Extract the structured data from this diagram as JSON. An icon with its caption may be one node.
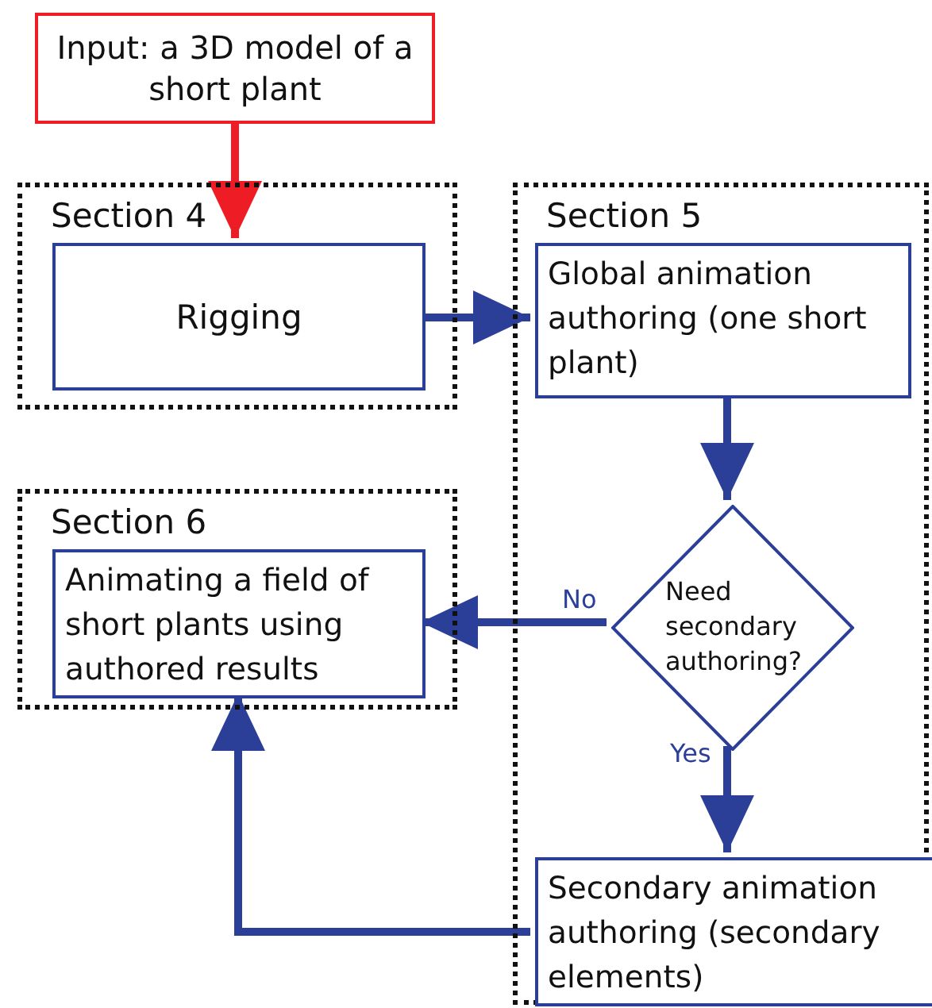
{
  "diagram": {
    "nodes": [
      {
        "text": [
          "Input: a 3D model of a short plant"
        ]
      },
      {
        "text": [
          "Section 4"
        ]
      },
      {
        "text": [
          "Rigging"
        ],
        "in": 1
      },
      {
        "text": [
          "Section 5"
        ]
      },
      {
        "text": [
          "Global animation authoring (one short plant)"
        ],
        "in": 3
      },
      {
        "text": [
          "Need secondary authoring?"
        ],
        "in": 3
      },
      {
        "text": [
          "Secondary animation authoring (secondary elements)"
        ],
        "in": 3
      },
      {
        "text": [
          "Section 6"
        ]
      },
      {
        "text": [
          "Animating a field of short plants using authored results"
        ],
        "in": 7
      }
    ],
    "edges": [
      {
        "from": 0,
        "to": 2,
        "arrow": "to",
        "color": "#ee1c25"
      },
      {
        "from": 2,
        "to": 4,
        "arrow": "to"
      },
      {
        "from": 4,
        "to": 5,
        "arrow": "to"
      },
      {
        "from": 5,
        "to": 8,
        "arrow": "to",
        "label": "No"
      },
      {
        "from": 5,
        "to": 6,
        "arrow": "to",
        "label": "Yes"
      },
      {
        "from": 6,
        "to": 8,
        "arrow": "to"
      }
    ]
  }
}
